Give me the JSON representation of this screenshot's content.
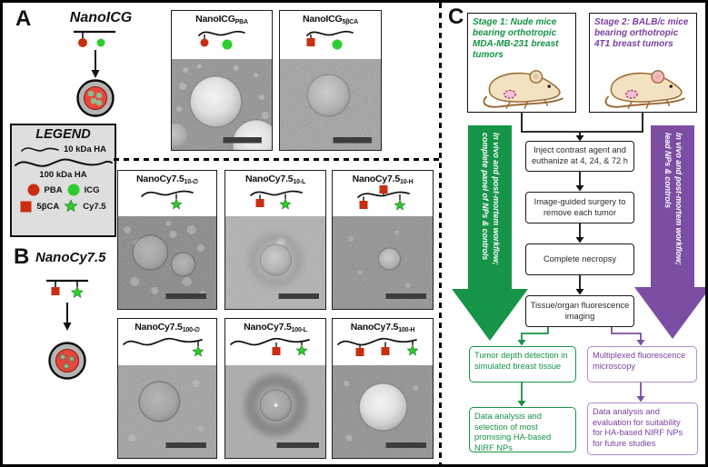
{
  "colors": {
    "green": "#169447",
    "purple": "#7c4ea3",
    "purple_light": "#b48ccb",
    "red_marker": "#c92d12",
    "bright_green": "#2ecc2e",
    "np_core_red": "#e8473d",
    "np_shell_gray": "#b4b4b4",
    "np_cargo_green": "#8cbd8c"
  },
  "panel_a": {
    "label": "A",
    "title": "NanoICG",
    "cards": [
      {
        "base": "NanoICG",
        "sub": "PBA"
      },
      {
        "base": "NanoICG",
        "sub": "5βCA"
      }
    ]
  },
  "legend": {
    "title": "LEGEND",
    "ha_items": [
      {
        "icon": "ha-10kda-squiggle-icon",
        "label": "10 kDa HA"
      },
      {
        "icon": "ha-100kda-squiggle-icon",
        "label": "100 kDa HA"
      }
    ],
    "marker_items": [
      {
        "icon": "red-circle-icon",
        "label": "PBA"
      },
      {
        "icon": "green-circle-icon",
        "label": "ICG"
      },
      {
        "icon": "red-square-icon",
        "label": "5βCA"
      },
      {
        "icon": "green-star-icon",
        "label": "Cy7.5"
      }
    ]
  },
  "panel_b": {
    "label": "B",
    "title": "NanoCy7.5",
    "cards": [
      {
        "base": "NanoCy7.5",
        "sub": "10-∅"
      },
      {
        "base": "NanoCy7.5",
        "sub": "10-L"
      },
      {
        "base": "NanoCy7.5",
        "sub": "10-H"
      },
      {
        "base": "NanoCy7.5",
        "sub": "100-∅"
      },
      {
        "base": "NanoCy7.5",
        "sub": "100-L"
      },
      {
        "base": "NanoCy7.5",
        "sub": "100-H"
      }
    ]
  },
  "panel_c": {
    "label": "C",
    "stage_boxes": [
      {
        "text": "Stage 1: Nude mice bearing orthotropic MDA-MB-231 breast tumors"
      },
      {
        "text": "Stage 2: BALB/c mice bearing orthotropic 4T1 breast tumors"
      }
    ],
    "flow_boxes": [
      {
        "text": "Inject contrast agent and euthanize at 4, 24, & 72 h"
      },
      {
        "text": "Image-guided surgery to remove each tumor"
      },
      {
        "text": "Complete necropsy"
      },
      {
        "text": "Tissue/organ fluorescence imaging"
      }
    ],
    "green_arrow": {
      "line1": "In vivo and post-mortem workflow;",
      "line2": "complete panel of NPs & controls"
    },
    "purple_arrow": {
      "line1": "In vivo and post-mortem workflow;",
      "line2": "lead NPs & controls"
    },
    "green_result_boxes": [
      {
        "text": "Tumor depth detection in simulated breast tissue"
      },
      {
        "text": "Data analysis and selection of most promising HA-based NIRF NPs"
      }
    ],
    "purple_result_boxes": [
      {
        "text": "Multiplexed fluorescence microscopy"
      },
      {
        "text": "Data analysis and evaluation for suitability for HA-based NIRF NPs for future studies"
      }
    ]
  }
}
